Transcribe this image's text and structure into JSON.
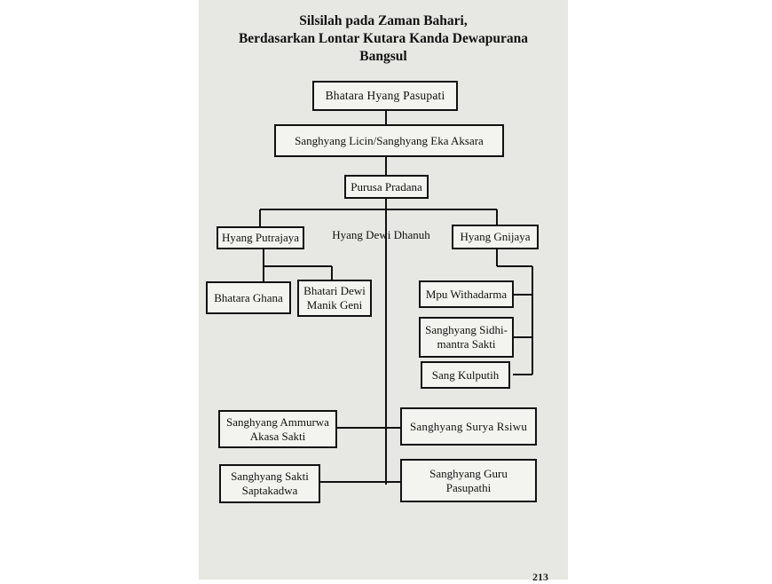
{
  "title": {
    "line1": "Silsilah pada Zaman Bahari,",
    "line2": "Berdasarkan Lontar Kutara Kanda Dewapurana",
    "line3": "Bangsul"
  },
  "nodes": {
    "pasupati": "Bhatara Hyang Pasupati",
    "licin": "Sanghyang Licin/Sanghyang Eka Aksara",
    "purusa": "Purusa Pradana",
    "putrajaya": "Hyang Putrajaya",
    "dhanuh": "Hyang Dewi Dhanuh",
    "gnijaya": "Hyang Gnijaya",
    "ghana": "Bhatara Ghana",
    "manik_geni_1": "Bhatari Dewi",
    "manik_geni_2": "Manik Geni",
    "withadarma": "Mpu Withadarma",
    "sidhimantra_1": "Sanghyang Sidhi-",
    "sidhimantra_2": "mantra Sakti",
    "kulputih": "Sang Kulputih",
    "ammurwa_1": "Sanghyang Ammurwa",
    "ammurwa_2": "Akasa Sakti",
    "surya": "Sanghyang Surya Rsiwu",
    "saptakadwa_1": "Sanghyang Sakti",
    "saptakadwa_2": "Saptakadwa",
    "guru_1": "Sanghyang Guru",
    "guru_2": "Pasupathi"
  },
  "page_number": "213"
}
